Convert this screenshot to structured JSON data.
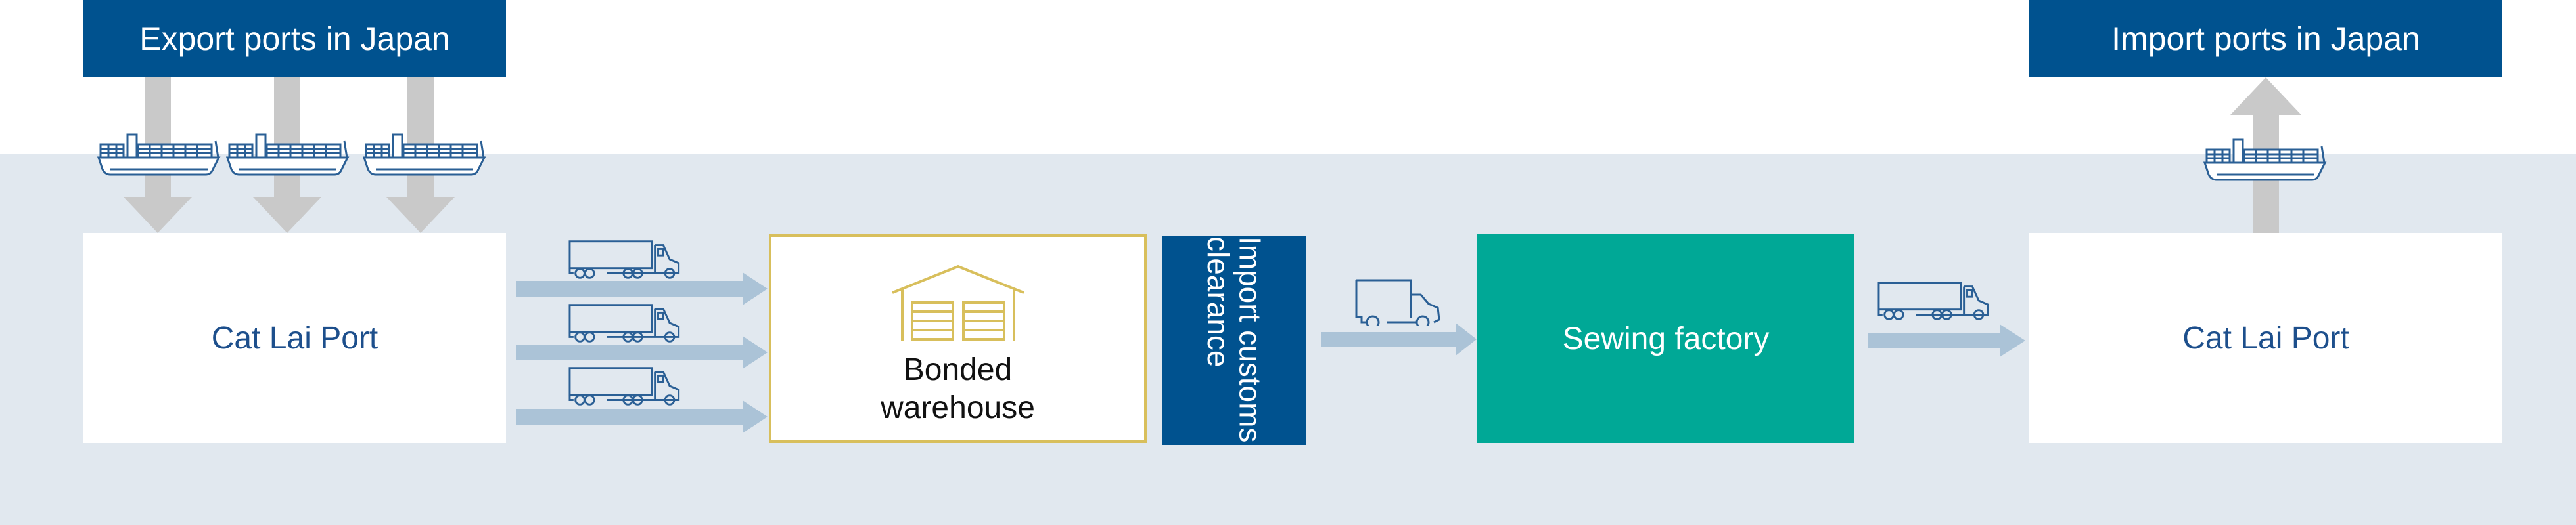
{
  "origin_label": "Export ports in Japan",
  "destination_label": "Import ports in Japan",
  "nodes": {
    "port_in": "Cat Lai Port",
    "bonded_line1": "Bonded",
    "bonded_line2": "warehouse",
    "customs": "Import customs clearance",
    "factory": "Sewing factory",
    "port_out": "Cat Lai Port"
  },
  "colors": {
    "navy": "#00528f",
    "teal": "#00a896",
    "gold": "#d8bf5c",
    "background": "#e1e8ef",
    "grey_arrow": "#c9c9c9",
    "blue_arrow": "#abc3d7",
    "icon_stroke": "#2a5f95"
  }
}
